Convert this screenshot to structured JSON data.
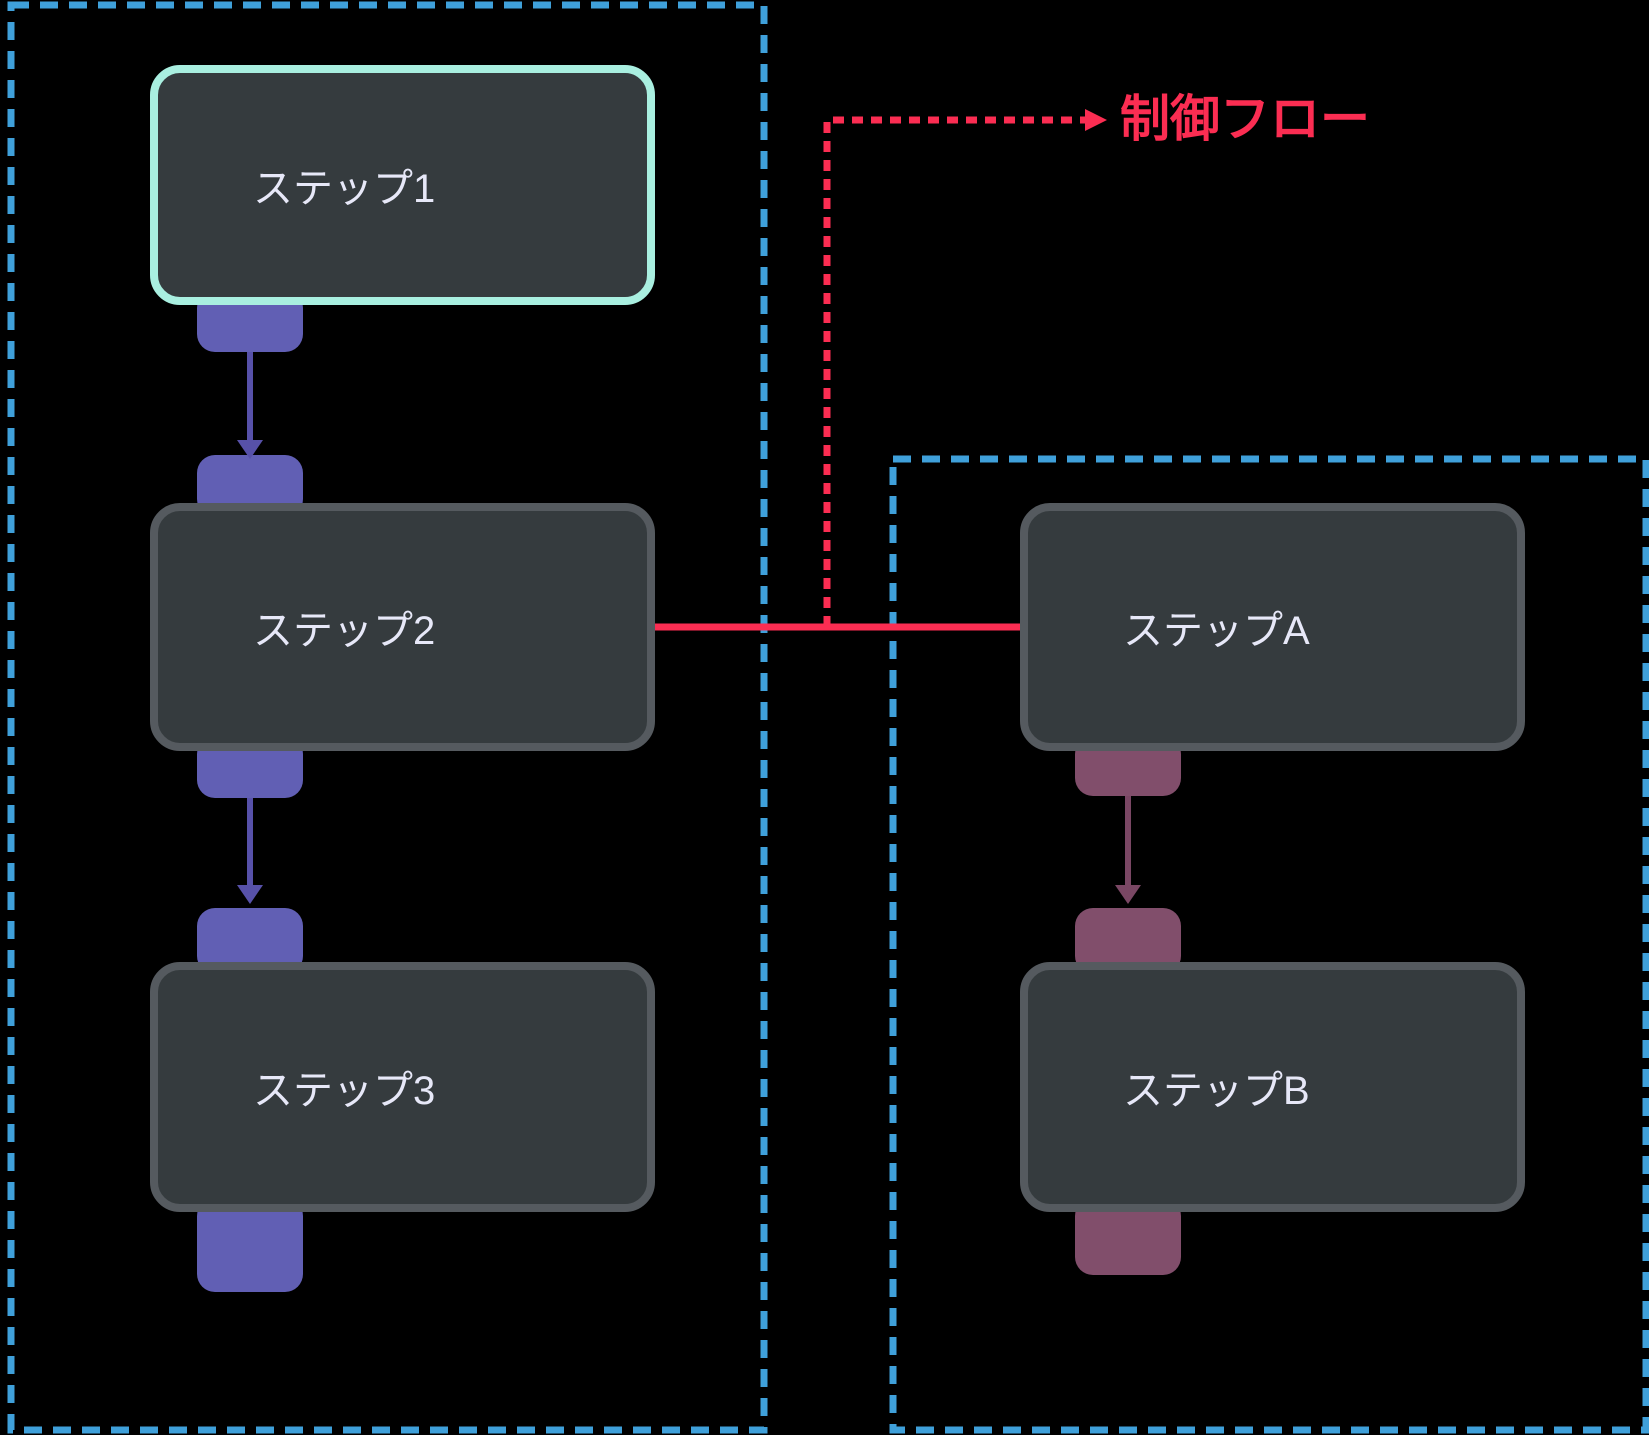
{
  "diagram": {
    "background_color": "#000000",
    "groups": [
      {
        "id": "main-flow-group",
        "border_style": "dashed",
        "border_color": "#3FA0DA",
        "contains": [
          "step1",
          "step2",
          "step3"
        ]
      },
      {
        "id": "sub-flow-group",
        "border_style": "dashed",
        "border_color": "#3FA0DA",
        "contains": [
          "stepA",
          "stepB"
        ]
      }
    ],
    "nodes": [
      {
        "id": "step1",
        "label": "ステップ1",
        "group": "main-flow-group",
        "highlighted": true,
        "highlight_color": "#A9EFE0"
      },
      {
        "id": "step2",
        "label": "ステップ2",
        "group": "main-flow-group",
        "highlighted": false
      },
      {
        "id": "step3",
        "label": "ステップ3",
        "group": "main-flow-group",
        "highlighted": false
      },
      {
        "id": "stepA",
        "label": "ステップA",
        "group": "sub-flow-group",
        "highlighted": false
      },
      {
        "id": "stepB",
        "label": "ステップB",
        "group": "sub-flow-group",
        "highlighted": false
      }
    ],
    "edges": [
      {
        "from": "step1",
        "to": "step2",
        "style": "solid-arrow-down",
        "color": "#5751A9"
      },
      {
        "from": "step2",
        "to": "step3",
        "style": "solid-arrow-down",
        "color": "#5751A9"
      },
      {
        "from": "stepA",
        "to": "stepB",
        "style": "solid-arrow-down",
        "color": "#7A4764"
      },
      {
        "from": "step2",
        "to": "stepA",
        "style": "solid-horizontal",
        "color": "#FB2D52"
      }
    ],
    "legend": {
      "label": "制御フロー",
      "color": "#FB2D52",
      "style": "dotted-arrow"
    },
    "colors": {
      "node_fill": "#353B3E",
      "node_border": "#555A5F",
      "node_text": "#E7E8F8",
      "handle_left_column": "#615FB4",
      "arrow_left_column": "#5751A9",
      "handle_right_column": "#814E6B",
      "arrow_right_column": "#7A4764",
      "group_border": "#3FA0DA",
      "control_flow_red": "#FB2D52",
      "highlight_teal": "#A9EFE0"
    }
  }
}
